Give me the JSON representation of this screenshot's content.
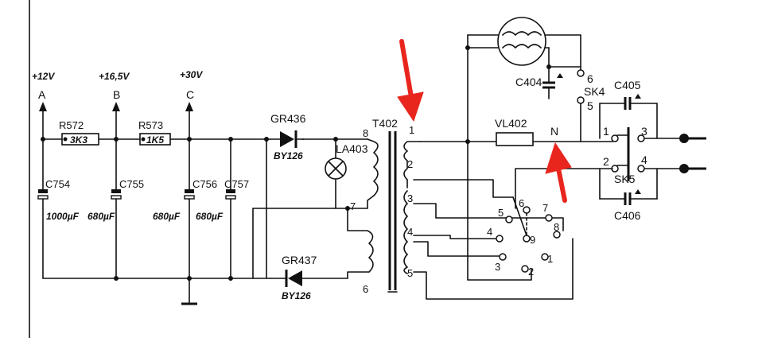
{
  "rails": {
    "a_voltage": "+12V",
    "a_letter": "A",
    "b_voltage": "+16,5V",
    "b_letter": "B",
    "c_voltage": "+30V",
    "c_letter": "C"
  },
  "resistors": {
    "r572_name": "R572",
    "r572_value": "3K3",
    "r573_name": "R573",
    "r573_value": "1K5"
  },
  "capacitors": {
    "c754_name": "C754",
    "c754_value": "1000µF",
    "c755_name": "C755",
    "c755_value": "680µF",
    "c756_name": "C756",
    "c756_value": "680µF",
    "c757_name": "C757",
    "c757_value": "680µF",
    "c404_name": "C404",
    "c405_name": "C405",
    "c406_name": "C406"
  },
  "diodes": {
    "gr436_name": "GR436",
    "gr436_type": "BY126",
    "gr437_name": "GR437",
    "gr437_type": "BY126"
  },
  "lamp": {
    "name": "LA403"
  },
  "transformer": {
    "name": "T402",
    "pins": {
      "p8": "8",
      "p7": "7",
      "p6": "6",
      "p1": "1",
      "p2": "2",
      "p3": "3",
      "p4": "4",
      "p5": "5"
    }
  },
  "fuse": {
    "name": "VL402"
  },
  "node_n": "N",
  "sockets": {
    "sk4_name": "SK4",
    "sk4_pin6": "6",
    "sk4_pin5": "5",
    "sk5_name": "SK5",
    "sk5_pin1": "1",
    "sk5_pin2": "2",
    "sk5_pin3": "3",
    "sk5_pin4": "4"
  },
  "selector": {
    "positions": [
      "1",
      "2",
      "3",
      "4",
      "5",
      "6",
      "7",
      "8",
      "9"
    ]
  },
  "colors": {
    "arrow": "#e8261e",
    "ink": "#111111"
  }
}
